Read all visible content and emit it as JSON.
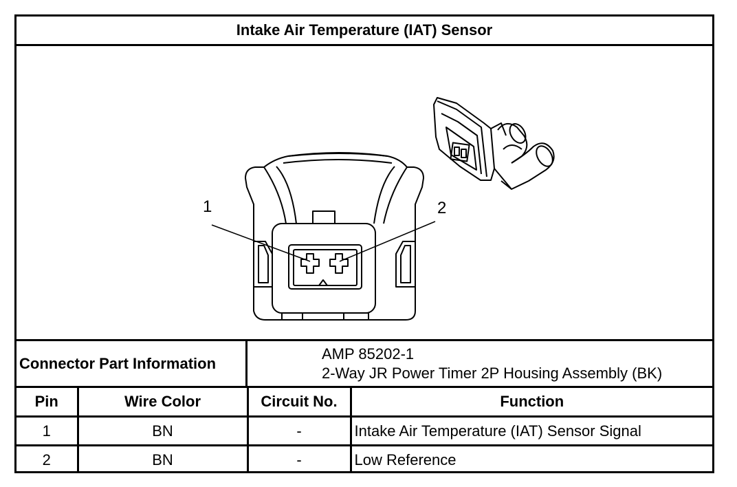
{
  "title": "Intake Air Temperature (IAT) Sensor",
  "diagram": {
    "callouts": [
      "1",
      "2"
    ],
    "icons": [
      "connector-face-view",
      "connector-isometric-view"
    ]
  },
  "connector_info": {
    "label": "Connector Part Information",
    "line1": "AMP 85202-1",
    "line2": "2-Way JR Power Timer 2P Housing Assembly (BK)"
  },
  "table": {
    "headers": [
      "Pin",
      "Wire Color",
      "Circuit No.",
      "Function"
    ],
    "rows": [
      {
        "pin": "1",
        "wire_color": "BN",
        "circuit": "-",
        "function": "Intake Air Temperature (IAT) Sensor Signal"
      },
      {
        "pin": "2",
        "wire_color": "BN",
        "circuit": "-",
        "function": "Low Reference"
      }
    ]
  }
}
